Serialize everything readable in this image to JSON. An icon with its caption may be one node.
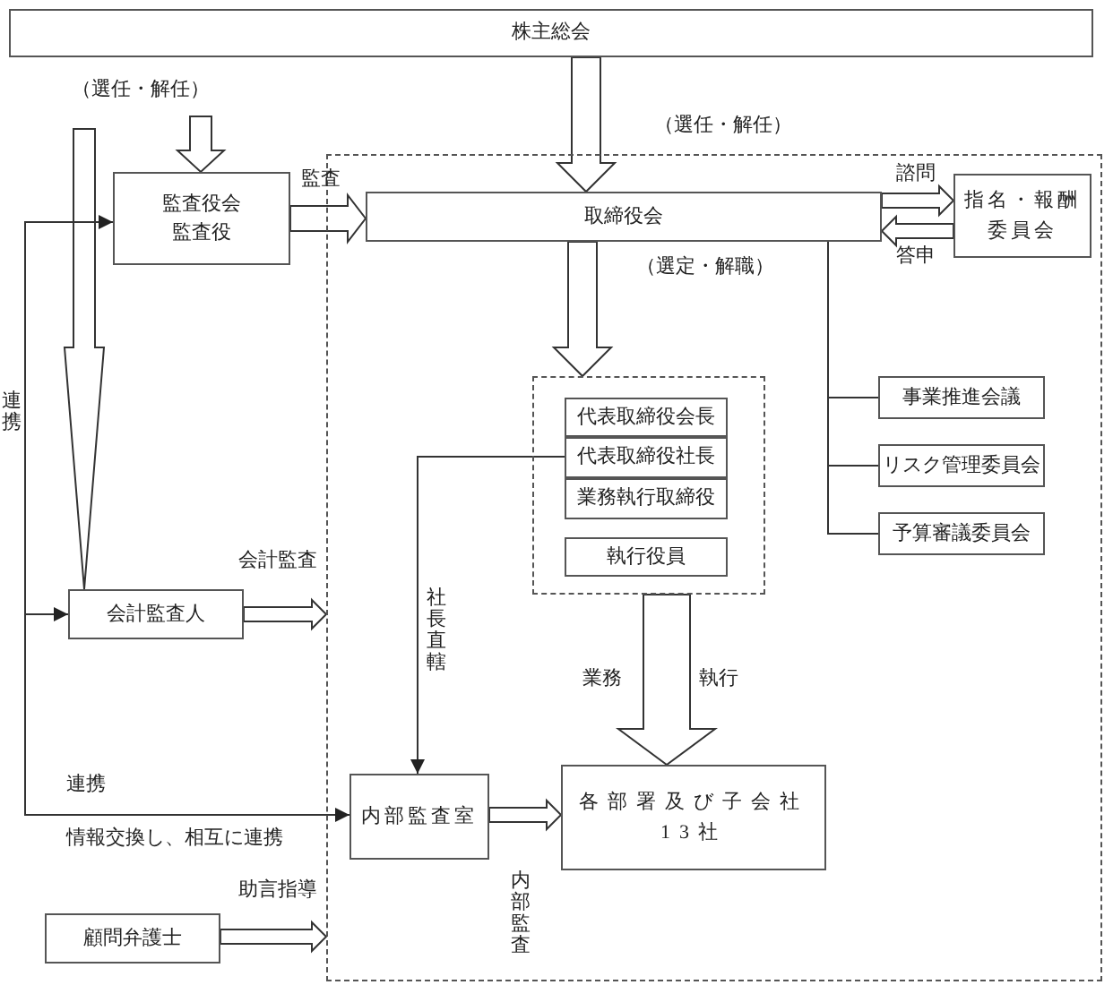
{
  "diagram": {
    "nodes": [
      {
        "text": [
          "株主総会"
        ]
      },
      {
        "text": [],
        "shape": "box"
      },
      {
        "text": [
          "監査役会",
          "監査役"
        ]
      },
      {
        "text": [
          "取締役会"
        ],
        "in": 1
      },
      {
        "text": [
          "指名・報酬委員会"
        ],
        "in": 1
      },
      {
        "text": [],
        "shape": "box",
        "in": 1
      },
      {
        "text": [
          "代表取締役会長"
        ],
        "in": 5
      },
      {
        "text": [
          "代表取締役社長"
        ],
        "in": 5
      },
      {
        "text": [
          "業務執行取締役"
        ],
        "in": 5
      },
      {
        "text": [
          "執行役員"
        ],
        "in": 5
      },
      {
        "text": [
          "事業推進会議"
        ],
        "in": 1
      },
      {
        "text": [
          "リスク管理委員会"
        ],
        "in": 1
      },
      {
        "text": [
          "予算審議委員会"
        ],
        "in": 1
      },
      {
        "text": [
          "会計監査人"
        ]
      },
      {
        "text": [
          "内部監査室"
        ],
        "in": 1
      },
      {
        "text": [
          "各部署及び子会社13社"
        ],
        "in": 1
      },
      {
        "text": [
          "顧問弁護士"
        ]
      }
    ],
    "edges": [
      {
        "from": null,
        "to": 2,
        "arrow": "to",
        "label": "（選任・解任）",
        "style": "thick"
      },
      {
        "from": 0,
        "to": 3,
        "arrow": "to",
        "label": "（選任・解任）",
        "style": "thick"
      },
      {
        "from": null,
        "to": 13,
        "arrow": "to",
        "style": "thick"
      },
      {
        "from": 2,
        "to": 3,
        "arrow": "to",
        "label": "監査",
        "style": "thick"
      },
      {
        "from": 3,
        "to": 4,
        "arrow": "to",
        "label": "諮問",
        "style": "thick"
      },
      {
        "from": 4,
        "to": 3,
        "arrow": "to",
        "label": "答申",
        "style": "thick"
      },
      {
        "from": 3,
        "to": 5,
        "arrow": "to",
        "label": "（選定・解職）",
        "style": "thick"
      },
      {
        "from": 3,
        "to": 10,
        "arrow": "none"
      },
      {
        "from": 3,
        "to": 11,
        "arrow": "none"
      },
      {
        "from": 3,
        "to": 12,
        "arrow": "none"
      },
      {
        "from": 7,
        "to": 14,
        "arrow": "to",
        "label": "社長直轄"
      },
      {
        "from": 2,
        "to": 13,
        "arrow": "to",
        "label": "連携"
      },
      {
        "from": 2,
        "to": 14,
        "arrow": "both",
        "label": "連携"
      },
      {
        "from": 13,
        "to": 1,
        "arrow": "to",
        "label": "会計監査",
        "style": "thick"
      },
      {
        "from": 5,
        "to": 15,
        "arrow": "to",
        "style": "thick"
      },
      {
        "from": 14,
        "to": 15,
        "arrow": "to",
        "label": "内部監査",
        "style": "thick"
      },
      {
        "from": 16,
        "to": 1,
        "arrow": "to",
        "label": "助言指導",
        "style": "thick"
      }
    ],
    "labels": [
      "業務",
      "執行",
      "情報交換し、相互に連携"
    ]
  }
}
